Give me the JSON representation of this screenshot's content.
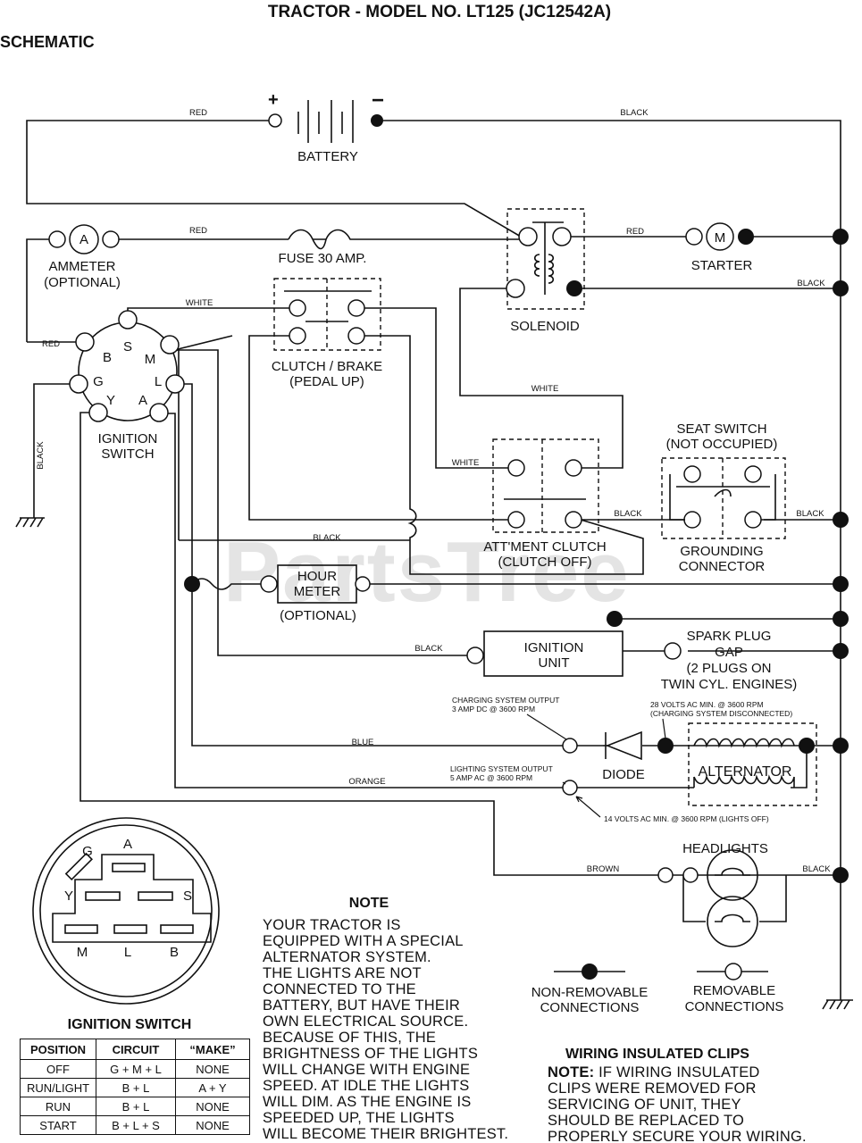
{
  "title": "TRACTOR - MODEL NO. LT125 (JC12542A)",
  "subtitle": "SCHEMATIC",
  "watermark": "PartsTree",
  "components": {
    "battery": "BATTERY",
    "battery_plus": "+",
    "battery_minus": "−",
    "ammeter_symbol": "A",
    "ammeter": [
      "AMMETER",
      "(OPTIONAL)"
    ],
    "fuse": "FUSE 30 AMP.",
    "solenoid": "SOLENOID",
    "starter_symbol": "M",
    "starter": "STARTER",
    "clutch_brake": [
      "CLUTCH / BRAKE",
      "(PEDAL UP)"
    ],
    "ignition_switch": [
      "IGNITION",
      "SWITCH"
    ],
    "seat_switch": [
      "SEAT SWITCH",
      "(NOT OCCUPIED)"
    ],
    "grounding_connector": [
      "GROUNDING",
      "CONNECTOR"
    ],
    "attachment_clutch": [
      "ATT'MENT CLUTCH",
      "(CLUTCH OFF)"
    ],
    "hour_meter": [
      "HOUR",
      "METER"
    ],
    "hour_meter_optional": "(OPTIONAL)",
    "ignition_unit": [
      "IGNITION",
      "UNIT"
    ],
    "spark_plug": [
      "SPARK PLUG",
      "GAP",
      "(2 PLUGS ON",
      "TWIN CYL. ENGINES)"
    ],
    "diode": "DIODE",
    "alternator": "ALTERNATOR",
    "headlights": "HEADLIGHTS",
    "switch_letters": {
      "s": "S",
      "b": "B",
      "m": "M",
      "g": "G",
      "l": "L",
      "y": "Y",
      "a": "A"
    }
  },
  "wire_labels": {
    "red1": "RED",
    "black1": "BLACK",
    "red2": "RED",
    "red3": "RED",
    "black2": "BLACK",
    "white1": "WHITE",
    "red4": "RED",
    "white2": "WHITE",
    "white3": "WHITE",
    "black3": "BLACK",
    "black4": "BLACK",
    "black5": "BLACK",
    "black6": "BLACK",
    "black7": "BLACK",
    "blue": "BLUE",
    "orange": "ORANGE",
    "brown": "BROWN",
    "black8": "BLACK"
  },
  "annotations": {
    "charging_output": [
      "CHARGING SYSTEM OUTPUT",
      "3 AMP DC @ 3600 RPM"
    ],
    "volts28": [
      "28 VOLTS AC MIN. @ 3600 RPM",
      "(CHARGING SYSTEM DISCONNECTED)"
    ],
    "lighting_output": [
      "LIGHTING SYSTEM OUTPUT",
      "5 AMP AC @ 3600 RPM"
    ],
    "volts14": "14 VOLTS AC MIN. @ 3600 RPM (LIGHTS OFF)"
  },
  "connector_view": {
    "letters": {
      "g": "G",
      "a": "A",
      "y": "Y",
      "s": "S",
      "m": "M",
      "l": "L",
      "b": "B"
    }
  },
  "legend": {
    "non_removable": [
      "NON-REMOVABLE",
      "CONNECTIONS"
    ],
    "removable": [
      "REMOVABLE",
      "CONNECTIONS"
    ]
  },
  "note": {
    "heading": "NOTE",
    "lines": [
      "YOUR TRACTOR IS",
      "EQUIPPED WITH A SPECIAL",
      "ALTERNATOR SYSTEM.",
      "THE LIGHTS ARE NOT",
      "CONNECTED TO THE",
      "BATTERY, BUT HAVE THEIR",
      "OWN ELECTRICAL SOURCE.",
      "BECAUSE OF THIS, THE",
      "BRIGHTNESS OF THE LIGHTS",
      "WILL CHANGE WITH ENGINE",
      "SPEED.  AT IDLE THE LIGHTS",
      "WILL DIM.  AS THE ENGINE IS",
      "SPEEDED UP, THE LIGHTS",
      "WILL BECOME THEIR BRIGHTEST."
    ]
  },
  "clips_note": {
    "heading": "WIRING INSULATED CLIPS",
    "prefix": "NOTE:",
    "first": " IF WIRING INSULATED",
    "lines": [
      "CLIPS WERE REMOVED FOR",
      "SERVICING OF UNIT, THEY",
      "SHOULD BE REPLACED TO",
      "PROPERLY SECURE YOUR WIRING."
    ]
  },
  "ignition_table": {
    "title": "IGNITION SWITCH",
    "headers": [
      "POSITION",
      "CIRCUIT",
      "“MAKE”"
    ],
    "rows": [
      [
        "OFF",
        "G + M + L",
        "NONE"
      ],
      [
        "RUN/LIGHT",
        "B + L",
        "A + Y"
      ],
      [
        "RUN",
        "B + L",
        "NONE"
      ],
      [
        "START",
        "B + L + S",
        "NONE"
      ]
    ]
  }
}
